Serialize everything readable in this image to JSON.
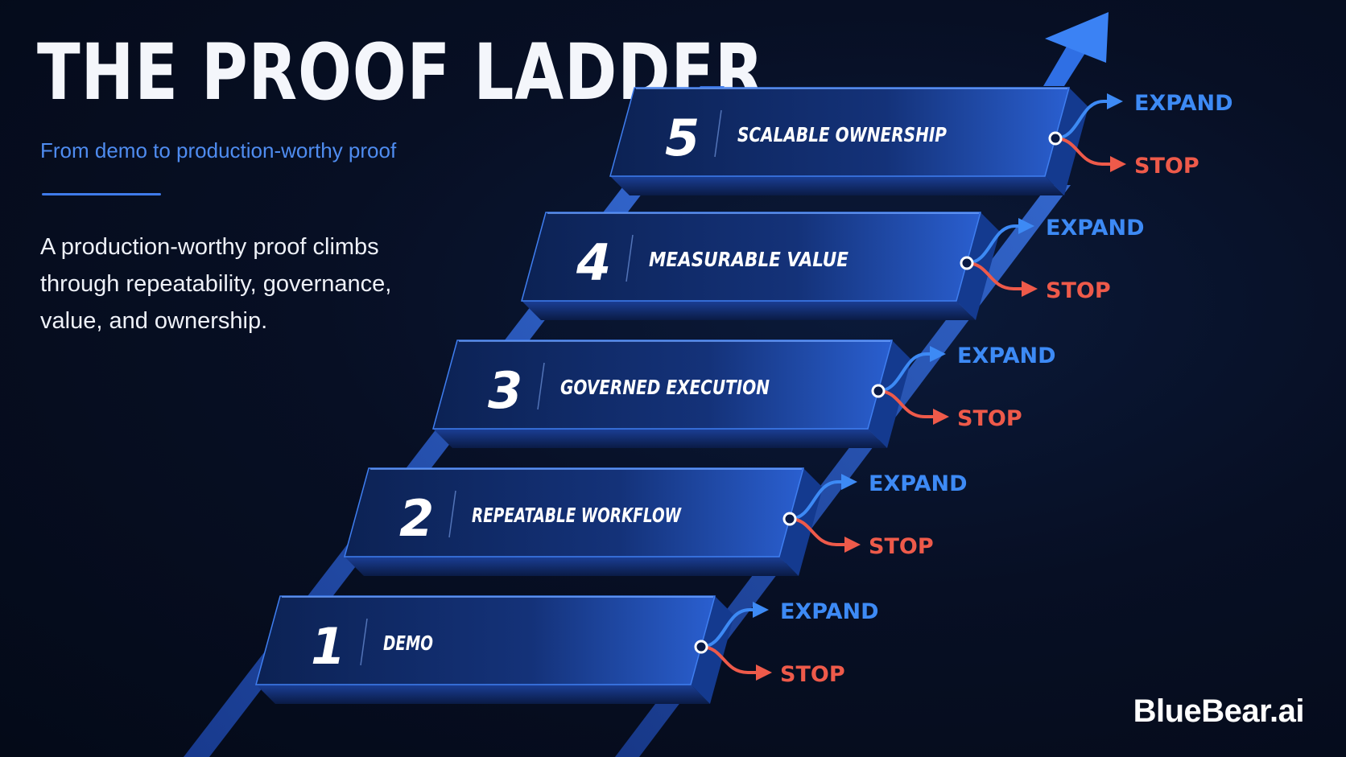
{
  "title": "THE PROOF LADDER",
  "subtitle": "From demo to production-worthy proof",
  "description": "A production-worthy proof climbs through repeatability, governance, value, and ownership.",
  "logo": "BlueBear.ai",
  "colors": {
    "accent": "#3d8af5",
    "stop": "#ee5a4a",
    "rail": "#2e63cc",
    "panel": "#0f2a64"
  },
  "steps": [
    {
      "number": "1",
      "label": "DEMO",
      "expand": "EXPAND",
      "stop": "STOP"
    },
    {
      "number": "2",
      "label": "REPEATABLE WORKFLOW",
      "expand": "EXPAND",
      "stop": "STOP"
    },
    {
      "number": "3",
      "label": "GOVERNED EXECUTION",
      "expand": "EXPAND",
      "stop": "STOP"
    },
    {
      "number": "4",
      "label": "MEASURABLE VALUE",
      "expand": "EXPAND",
      "stop": "STOP"
    },
    {
      "number": "5",
      "label": "SCALABLE OWNERSHIP",
      "expand": "EXPAND",
      "stop": "STOP"
    }
  ]
}
